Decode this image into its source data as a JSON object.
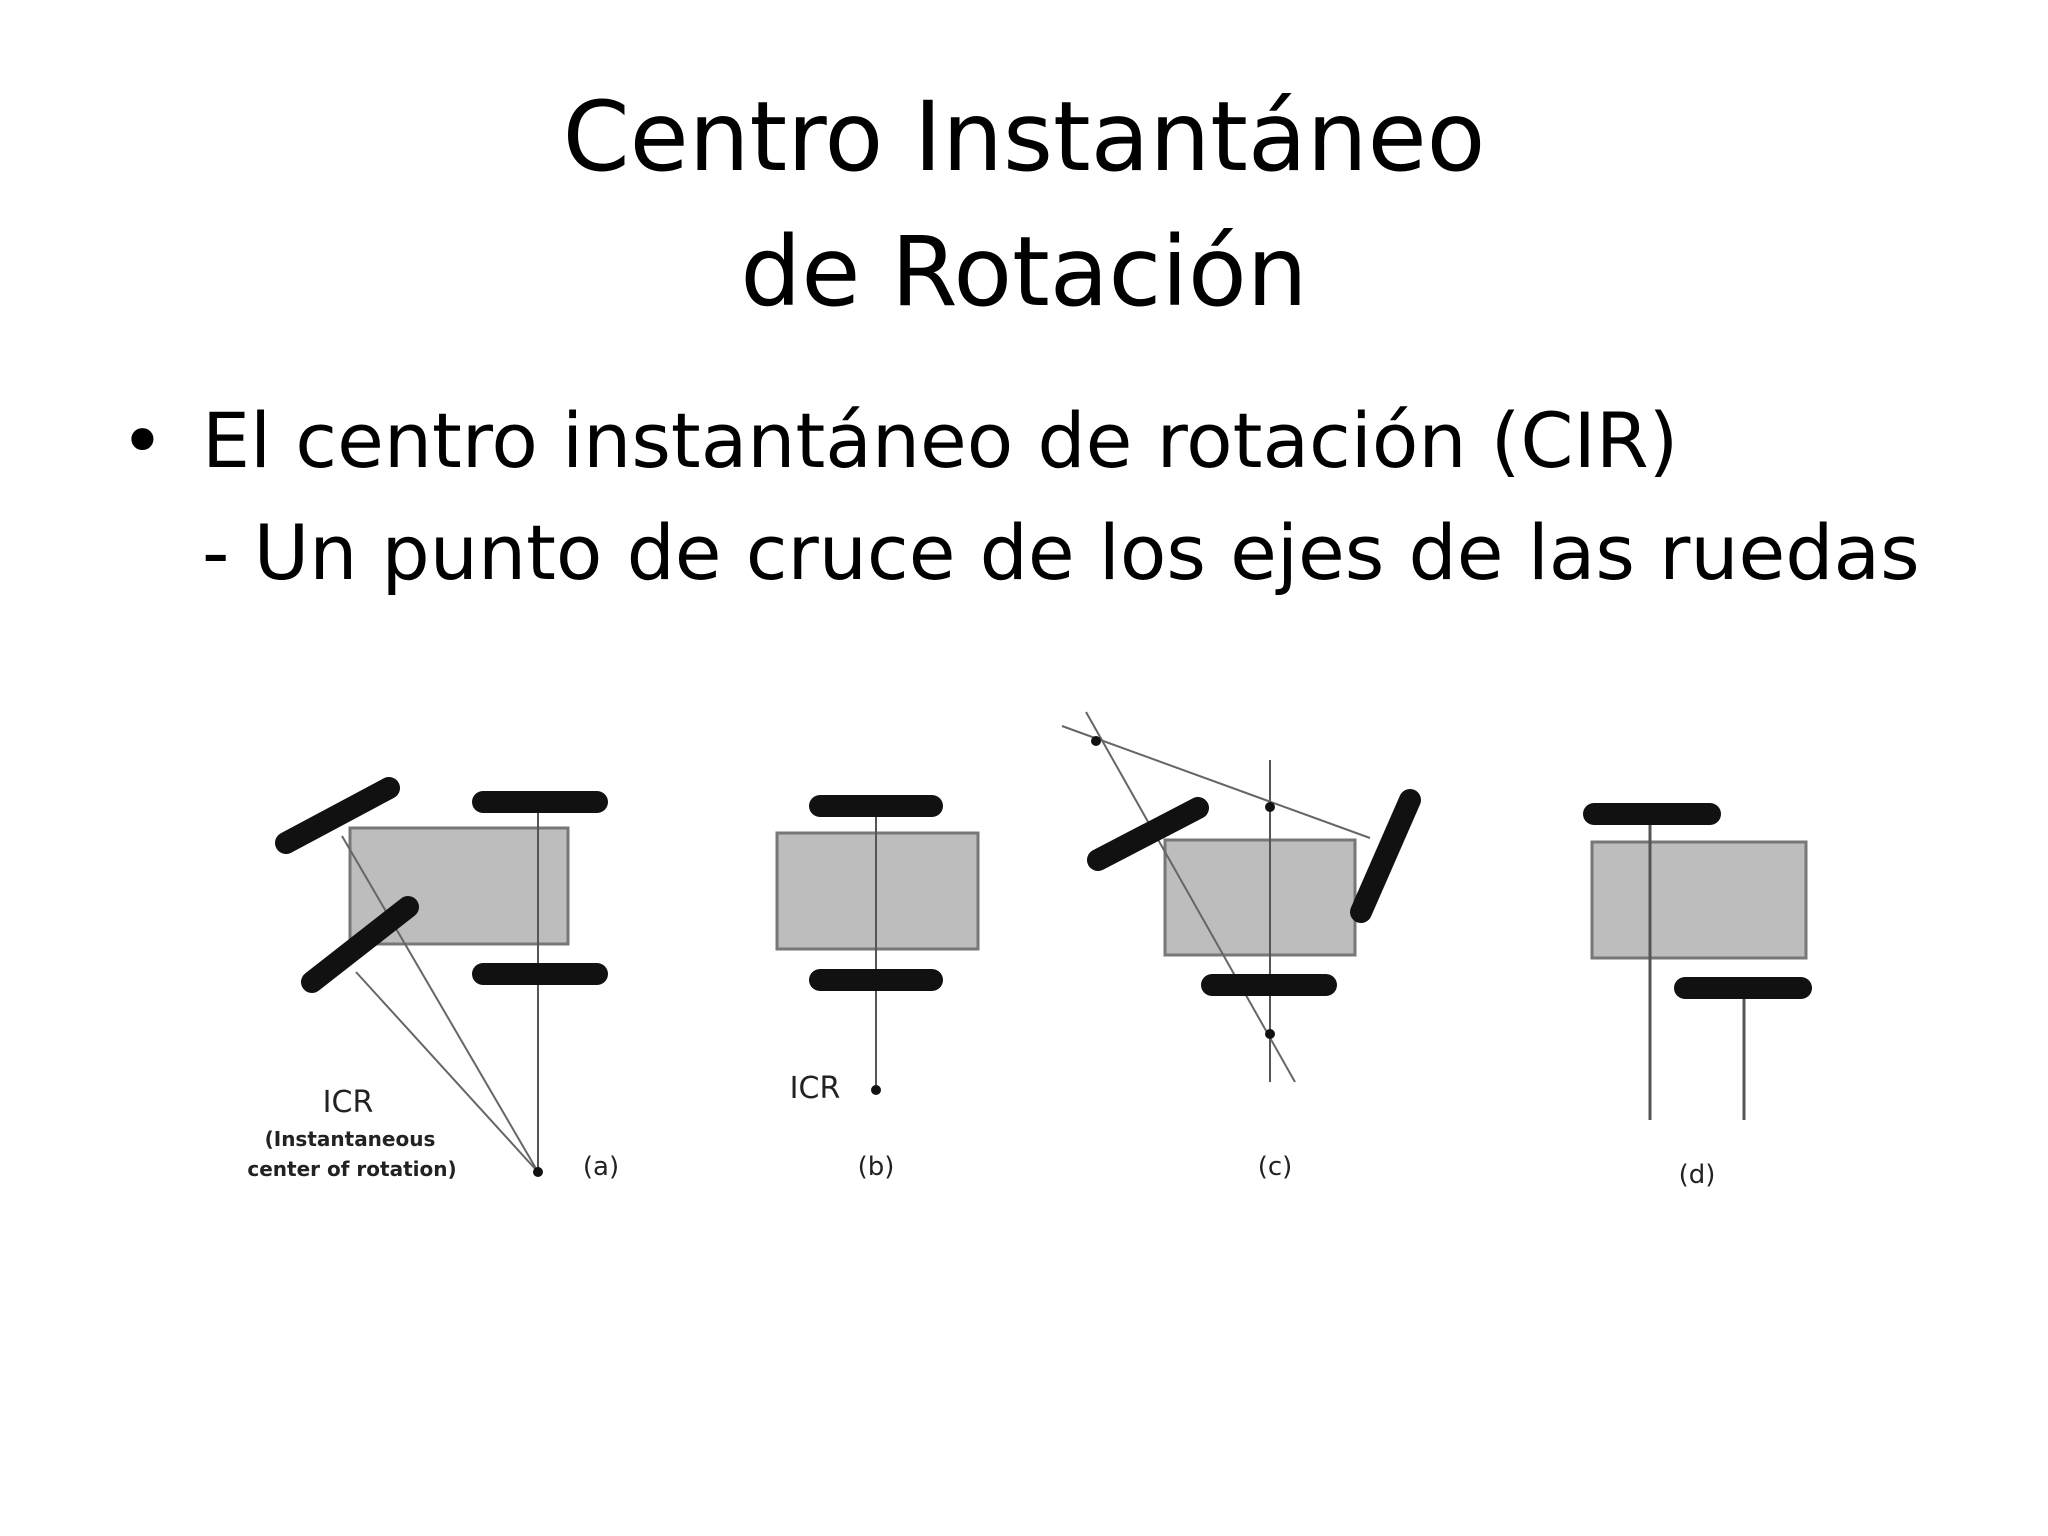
{
  "slide": {
    "title_line1": "Centro Instantáneo",
    "title_line2": "de Rotación",
    "bullet_glyph": "•",
    "bullet_text": "El centro instantáneo de rotación (CIR)",
    "sub_text": "- Un punto de cruce de los ejes de las ruedas"
  },
  "figure": {
    "icr_label_a": "ICR",
    "icr_note_line1": "(Instantaneous",
    "icr_note_line2": "center of rotation)",
    "icr_label_b": "ICR",
    "caption_a": "(a)",
    "caption_b": "(b)",
    "caption_c": "(c)",
    "caption_d": "(d)"
  },
  "colors": {
    "background": "#ffffff",
    "text": "#000000",
    "body_fill": "#bdbdbd",
    "wheel": "#111111",
    "axis_line": "#555555"
  }
}
